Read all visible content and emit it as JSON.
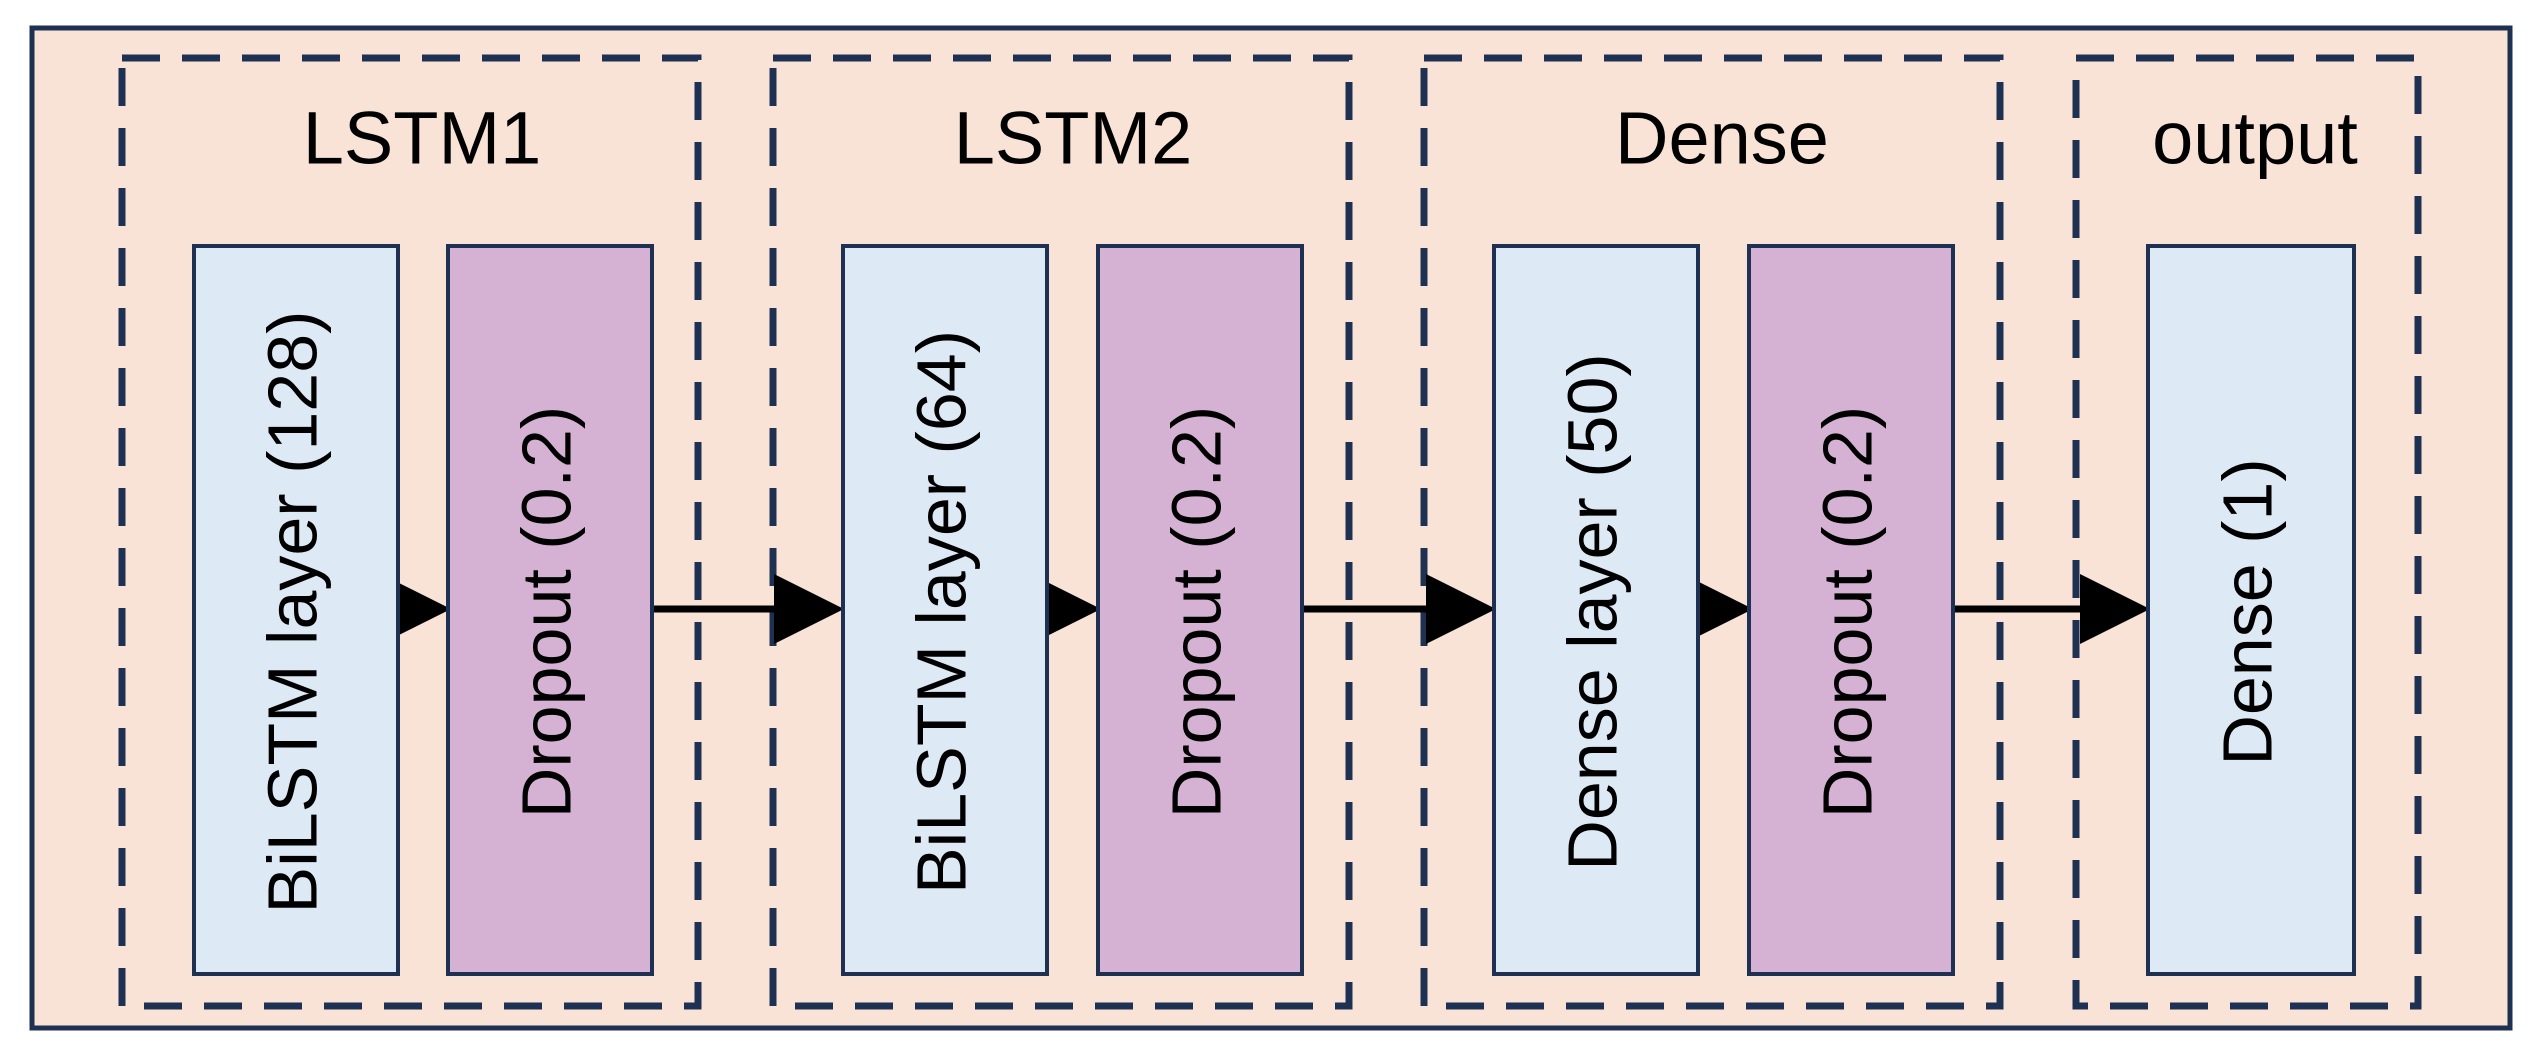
{
  "colors": {
    "background": "#f9e3d6",
    "outer_border": "#1f3152",
    "group_border": "#1f3152",
    "layer_border": "#1f3152",
    "recurrent_dense_fill": "#ddeaf5",
    "dropout_fill": "#d5b1d3",
    "arrow": "#000000"
  },
  "groups": [
    {
      "title": "LSTM1",
      "layers": [
        {
          "label": "BiLSTM layer (128)",
          "kind": "main"
        },
        {
          "label": "Dropout (0.2)",
          "kind": "dropout"
        }
      ]
    },
    {
      "title": "LSTM2",
      "layers": [
        {
          "label": "BiLSTM layer (64)",
          "kind": "main"
        },
        {
          "label": "Dropout (0.2)",
          "kind": "dropout"
        }
      ]
    },
    {
      "title": "Dense",
      "layers": [
        {
          "label": "Dense layer (50)",
          "kind": "main"
        },
        {
          "label": "Dropout (0.2)",
          "kind": "dropout"
        }
      ]
    },
    {
      "title": "output",
      "layers": [
        {
          "label": "Dense (1)",
          "kind": "main"
        }
      ]
    }
  ]
}
